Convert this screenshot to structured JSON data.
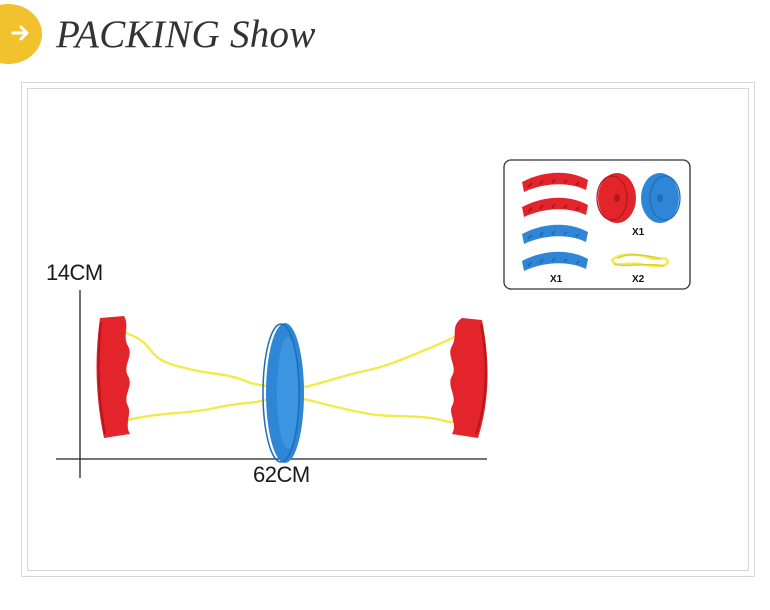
{
  "header": {
    "title": "PACKING Show",
    "accent_color": "#f2c12e",
    "icon": "arrow-right-icon"
  },
  "dimensions": {
    "height_label": "14CM",
    "width_label": "62CM"
  },
  "package_contents": {
    "handles_qty": "X1",
    "discs_qty": "X1",
    "ropes_qty": "X2"
  },
  "colors": {
    "handle": "#e3242b",
    "disc": "#2f86d6",
    "rope": "#f2e94a"
  }
}
